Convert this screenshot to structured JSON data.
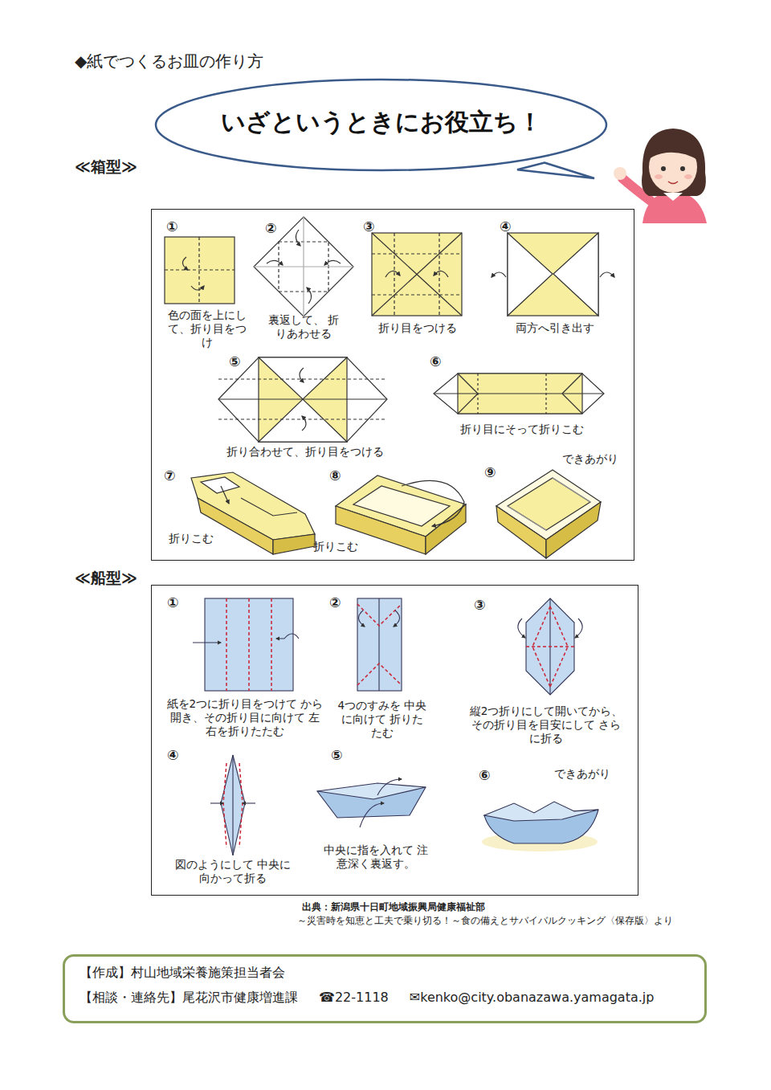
{
  "diagram": {
    "title": "◆紙でつくるお皿の作り方",
    "nodes": [
      {
        "text": [
          "いざというときにお役立ち！"
        ]
      },
      {
        "text": [
          "≪箱型≫"
        ]
      },
      {
        "text": [
          "≪船型≫"
        ]
      },
      {
        "text": [
          "【作成】村山地域栄養施策担当者会",
          "【相談・連絡先】尾花沢市健康増進課",
          "☎22-1118",
          "✉kenko@city.obanazawa.yamagata.jp"
        ]
      }
    ],
    "labels": [
      "①",
      "色の面を上にし て、折り目をつけ",
      "②",
      "裏返して、 折りあわせる",
      "③",
      "折り目をつける",
      "④",
      "両方へ引き出す",
      "⑤",
      "折り合わせて、折り目をつける",
      "⑥",
      "折り目にそって折りこむ",
      "⑦",
      "折りこむ",
      "⑧",
      "折りこむ",
      "⑨",
      "できあがり",
      "①",
      "紙を2つに折り目をつけて から開き、その折り目に向けて 左右を折りたたむ",
      "②",
      "4つのすみを 中央に向けて 折りたたむ",
      "③",
      "縦2つ折りにして開いてから、 その折り目を目安にして さらに折る",
      "④",
      "図のようにして 中央に向かって折る",
      "⑤",
      "中央に指を入れて 注意深く裏返す。",
      "⑥",
      "できあがり",
      "出典：新潟県十日町地域振興局健康福祉部",
      "～災害時を知恵と工夫で乗り切る！～食の備えとサバイバルクッキング〈保存版〉より"
    ]
  }
}
